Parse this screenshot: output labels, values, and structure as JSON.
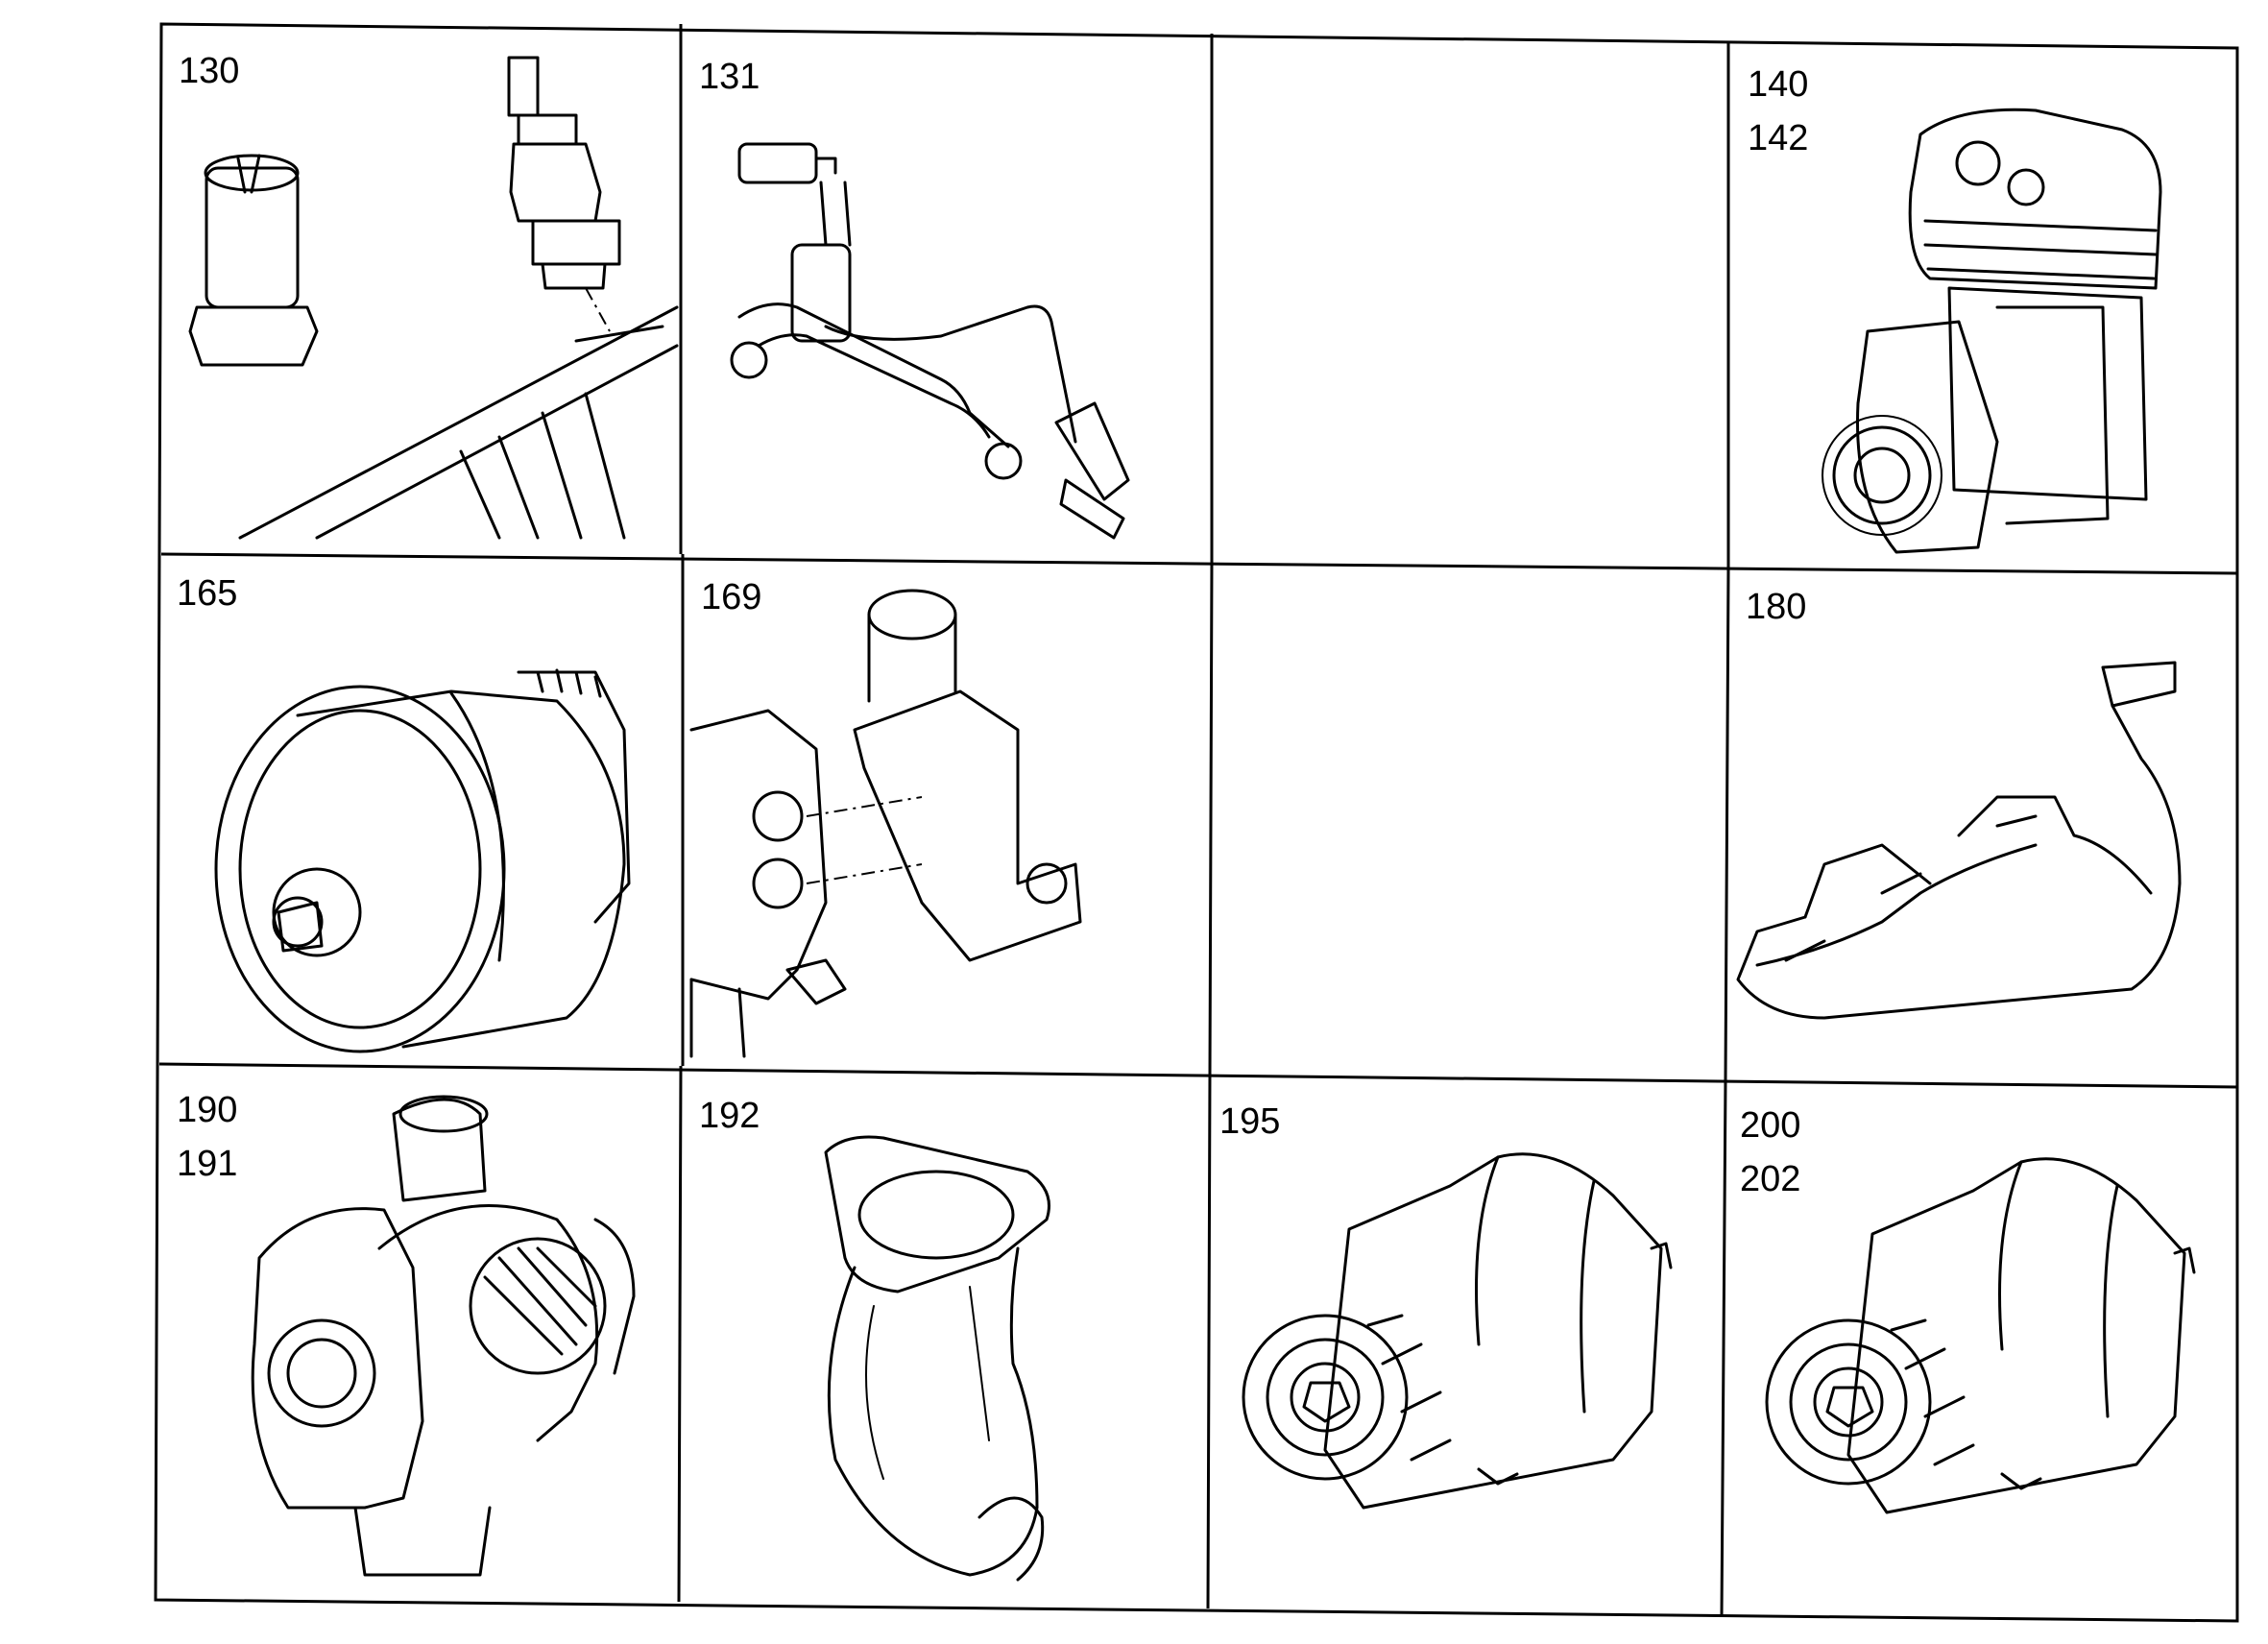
{
  "cells": [
    {
      "id": "c130",
      "labels": [
        "130"
      ],
      "part": "glow-plug-and-filter"
    },
    {
      "id": "c131",
      "labels": [
        "131"
      ],
      "part": "injection-lines"
    },
    {
      "id": "c_blank1",
      "labels": [],
      "part": "empty"
    },
    {
      "id": "c140",
      "labels": [
        "140",
        "142"
      ],
      "part": "air-compressor"
    },
    {
      "id": "c165",
      "labels": [
        "165"
      ],
      "part": "water-pump-pulley"
    },
    {
      "id": "c169",
      "labels": [
        "169"
      ],
      "part": "thermostat-housing"
    },
    {
      "id": "c_blank2",
      "labels": [],
      "part": "empty"
    },
    {
      "id": "c180",
      "labels": [
        "180"
      ],
      "part": "exhaust-manifold"
    },
    {
      "id": "c190",
      "labels": [
        "190",
        "191"
      ],
      "part": "turbocharger"
    },
    {
      "id": "c192",
      "labels": [
        "192"
      ],
      "part": "exhaust-elbow"
    },
    {
      "id": "c195",
      "labels": [
        "195"
      ],
      "part": "alternator"
    },
    {
      "id": "c200",
      "labels": [
        "200",
        "202"
      ],
      "part": "alternator"
    }
  ]
}
